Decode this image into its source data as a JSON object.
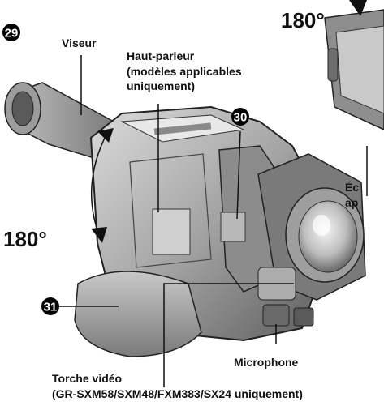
{
  "labels": {
    "viewfinder": "Viseur",
    "speaker_1": "Haut-parleur",
    "speaker_2": "(modèles applicables",
    "speaker_3": "uniquement)",
    "microphone": "Microphone",
    "light_1": "Torche vidéo",
    "light_2": "(GR-SXM58/SXM48/FXM383/SX24 uniquement)",
    "lcd_1": "Éc",
    "lcd_2": "ap",
    "rotation_top": "180°",
    "rotation_left": "180°"
  },
  "badges": {
    "b29": "29",
    "b30": "30",
    "b31": "31"
  },
  "colors": {
    "body_dark": "#5a5a5a",
    "body_mid": "#9a9a9a",
    "body_light": "#d6d6d6",
    "badge": "#000000"
  }
}
